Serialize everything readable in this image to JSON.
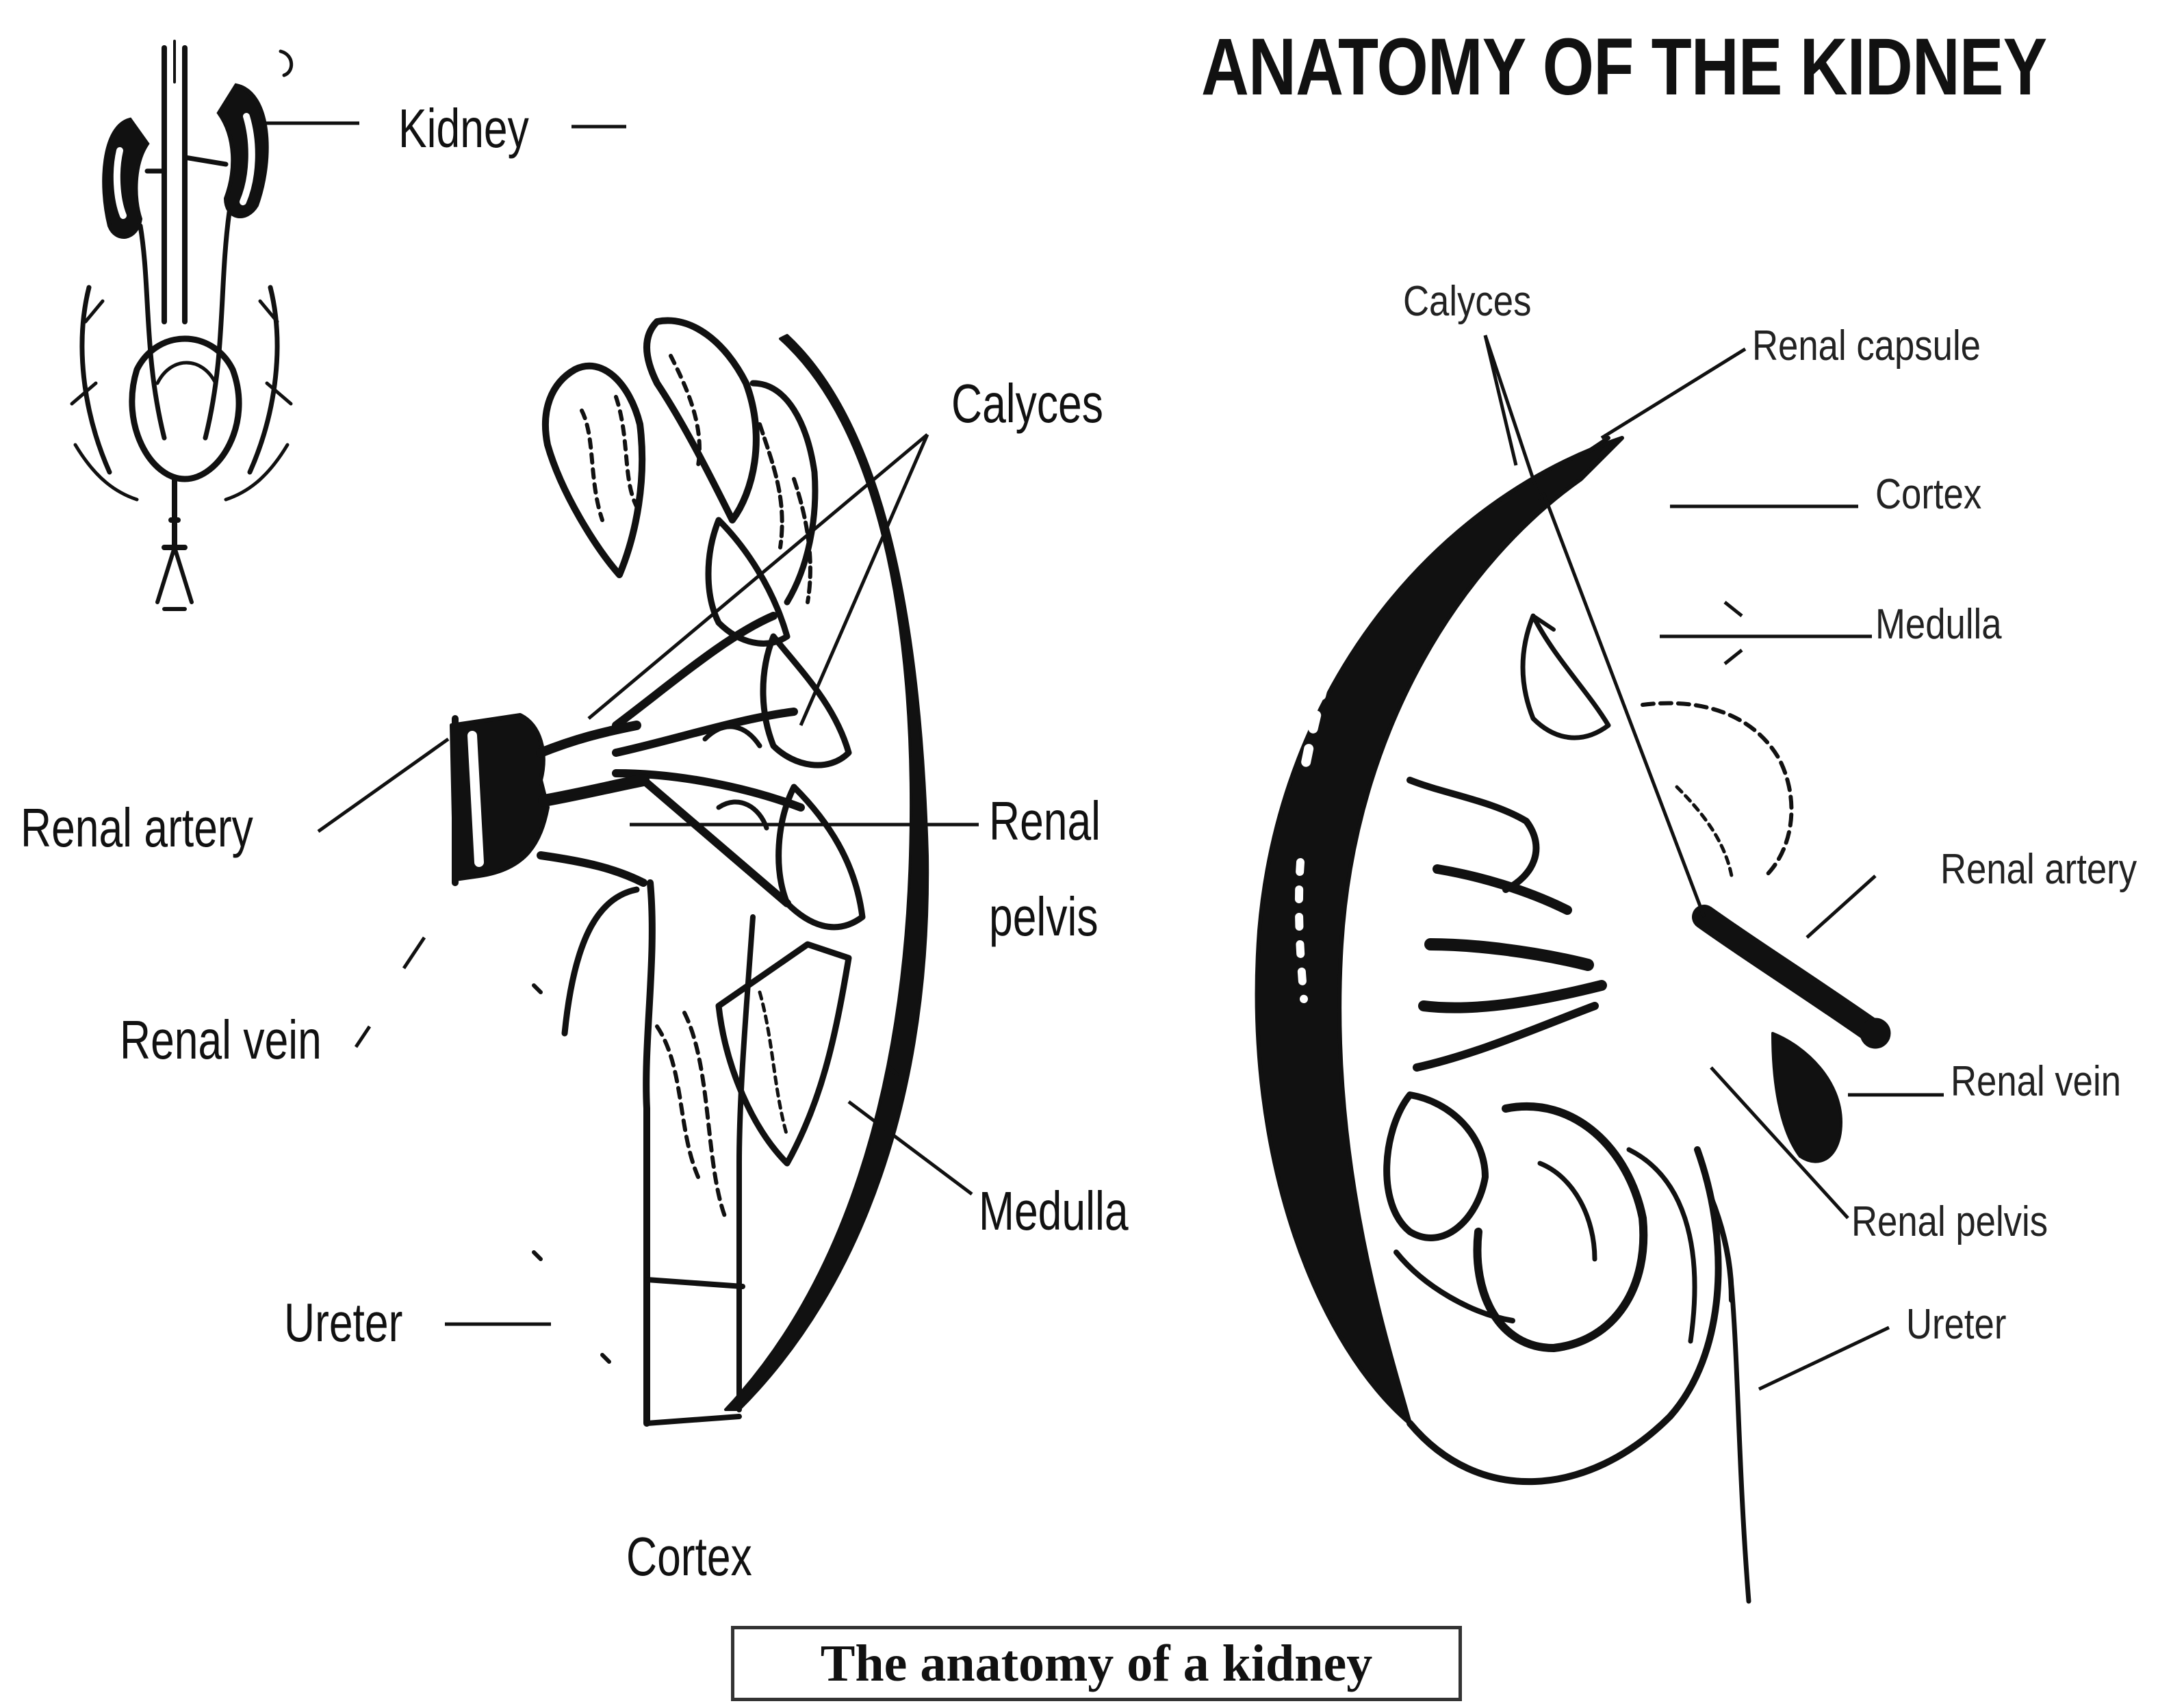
{
  "title": "ANATOMY OF THE KIDNEY",
  "caption": "The anatomy of a kidney",
  "left_figure": {
    "kidney": "Kidney",
    "calyces": "Calyces",
    "renal_artery": "Renal artery",
    "renal_pelvis_line1": "Renal",
    "renal_pelvis_line2": "pelvis",
    "renal_vein": "Renal vein",
    "medulla": "Medulla",
    "ureter": "Ureter",
    "cortex": "Cortex"
  },
  "right_figure": {
    "calyces": "Calyces",
    "renal_capsule": "Renal capsule",
    "cortex": "Cortex",
    "medulla": "Medulla",
    "renal_artery": "Renal artery",
    "renal_vein": "Renal vein",
    "renal_pelvis": "Renal pelvis",
    "ureter": "Ureter"
  }
}
